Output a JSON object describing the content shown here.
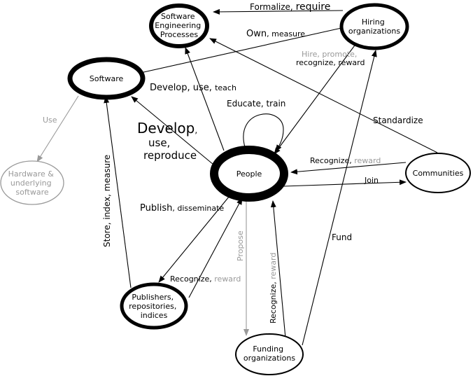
{
  "colors": {
    "black": "#000000",
    "gray": "#999999",
    "background": "#ffffff"
  },
  "nodes": {
    "sep": {
      "lines": [
        "Software",
        "Engineering",
        "Processes"
      ]
    },
    "hiring": {
      "lines": [
        "Hiring",
        "organizations"
      ]
    },
    "software": {
      "lines": [
        "Software"
      ]
    },
    "hardware": {
      "lines": [
        "Hardware &",
        "underlying",
        "software"
      ]
    },
    "people": {
      "lines": [
        "People"
      ]
    },
    "communities": {
      "lines": [
        "Communities"
      ]
    },
    "publishers": {
      "lines": [
        "Publishers,",
        "repositories,",
        "indices"
      ]
    },
    "funding": {
      "lines": [
        "Funding",
        "organizations"
      ]
    }
  },
  "edges": {
    "formalize_a": "Formalize, ",
    "formalize_b": "require",
    "own_a": "Own",
    "own_b": ", measure",
    "hire_a": "Hire",
    "hire_b": ", promote,",
    "hire_c": "recognize, reward",
    "develop_use_a": "Develop",
    "develop_use_b": ", use, ",
    "develop_use_c": "teach",
    "educate": "Educate, train",
    "standardize": "Standardize",
    "use": "Use",
    "develop_big_1a": "Develop",
    "develop_big_1b": ",",
    "develop_big_2": "use,",
    "develop_big_3": "reproduce",
    "store": "Store, index, measure",
    "recognize_comm_a": "Recognize, ",
    "recognize_comm_b": "reward",
    "join": "Join",
    "publish_a": "Publish",
    "publish_b": ", disseminate",
    "propose": "Propose",
    "fund": "Fund",
    "recognize_pub_a": "Recognize, ",
    "recognize_pub_b": "reward",
    "recognize_fund_a": "Recognize, ",
    "recognize_fund_b": "reward"
  }
}
